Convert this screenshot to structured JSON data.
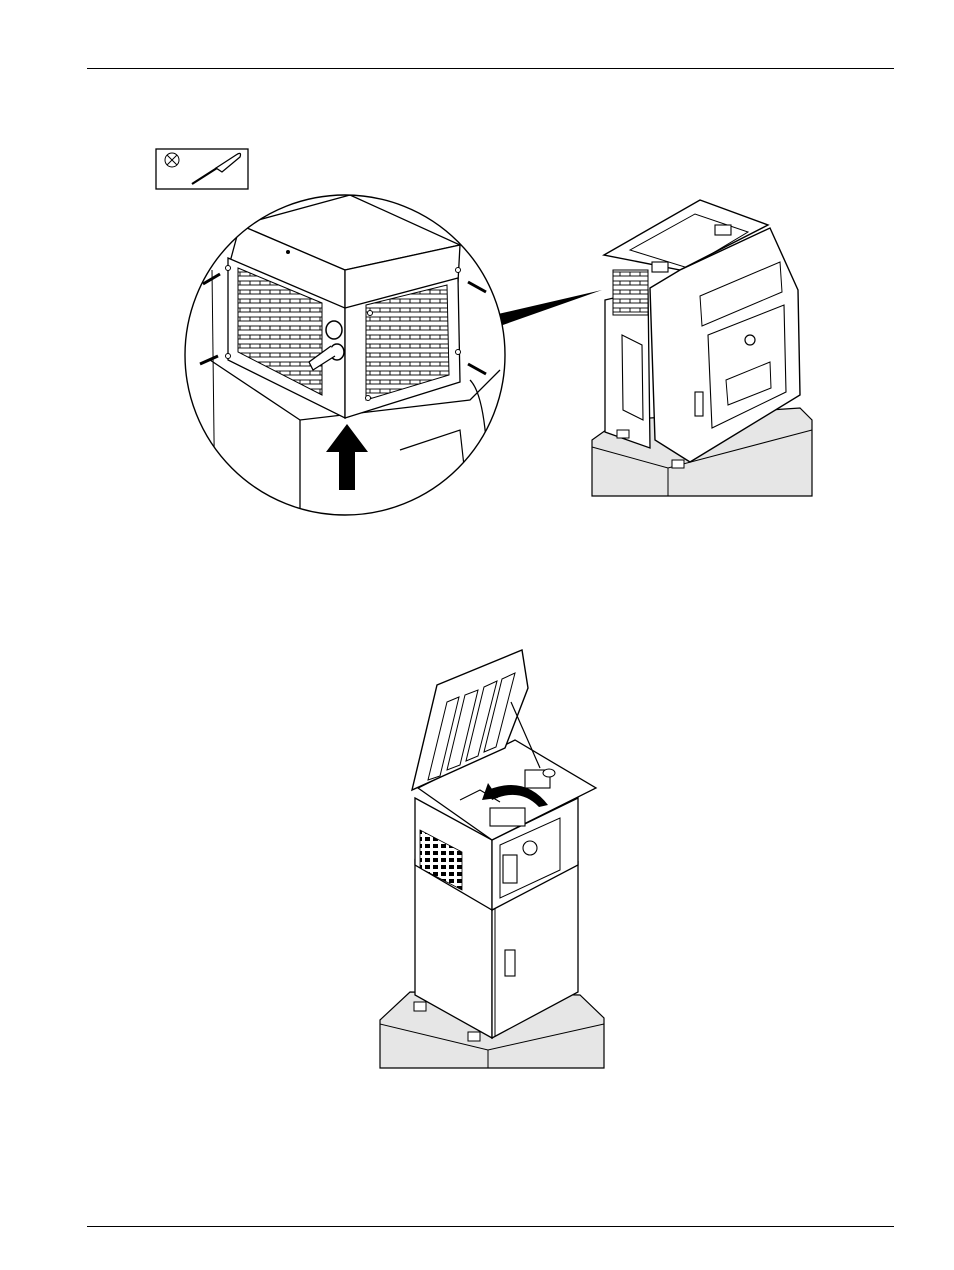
{
  "page": {
    "header_rule": true,
    "footer_rule": true
  },
  "figures": [
    {
      "id": "step-remove-cooling-unit",
      "tool_icon": "phillips-screwdriver-icon",
      "elements": [
        "detail-magnifier-circle",
        "screw-arrow-icon",
        "lift-up-arrow-icon",
        "sampler-enclosure-front"
      ]
    },
    {
      "id": "step-open-lid-swing-panel",
      "elements": [
        "open-lid",
        "swing-arrow-icon",
        "sampler-enclosure-open"
      ]
    }
  ],
  "colors": {
    "line": "#000000",
    "base_fill": "#e6e6e6",
    "paper": "#ffffff"
  }
}
